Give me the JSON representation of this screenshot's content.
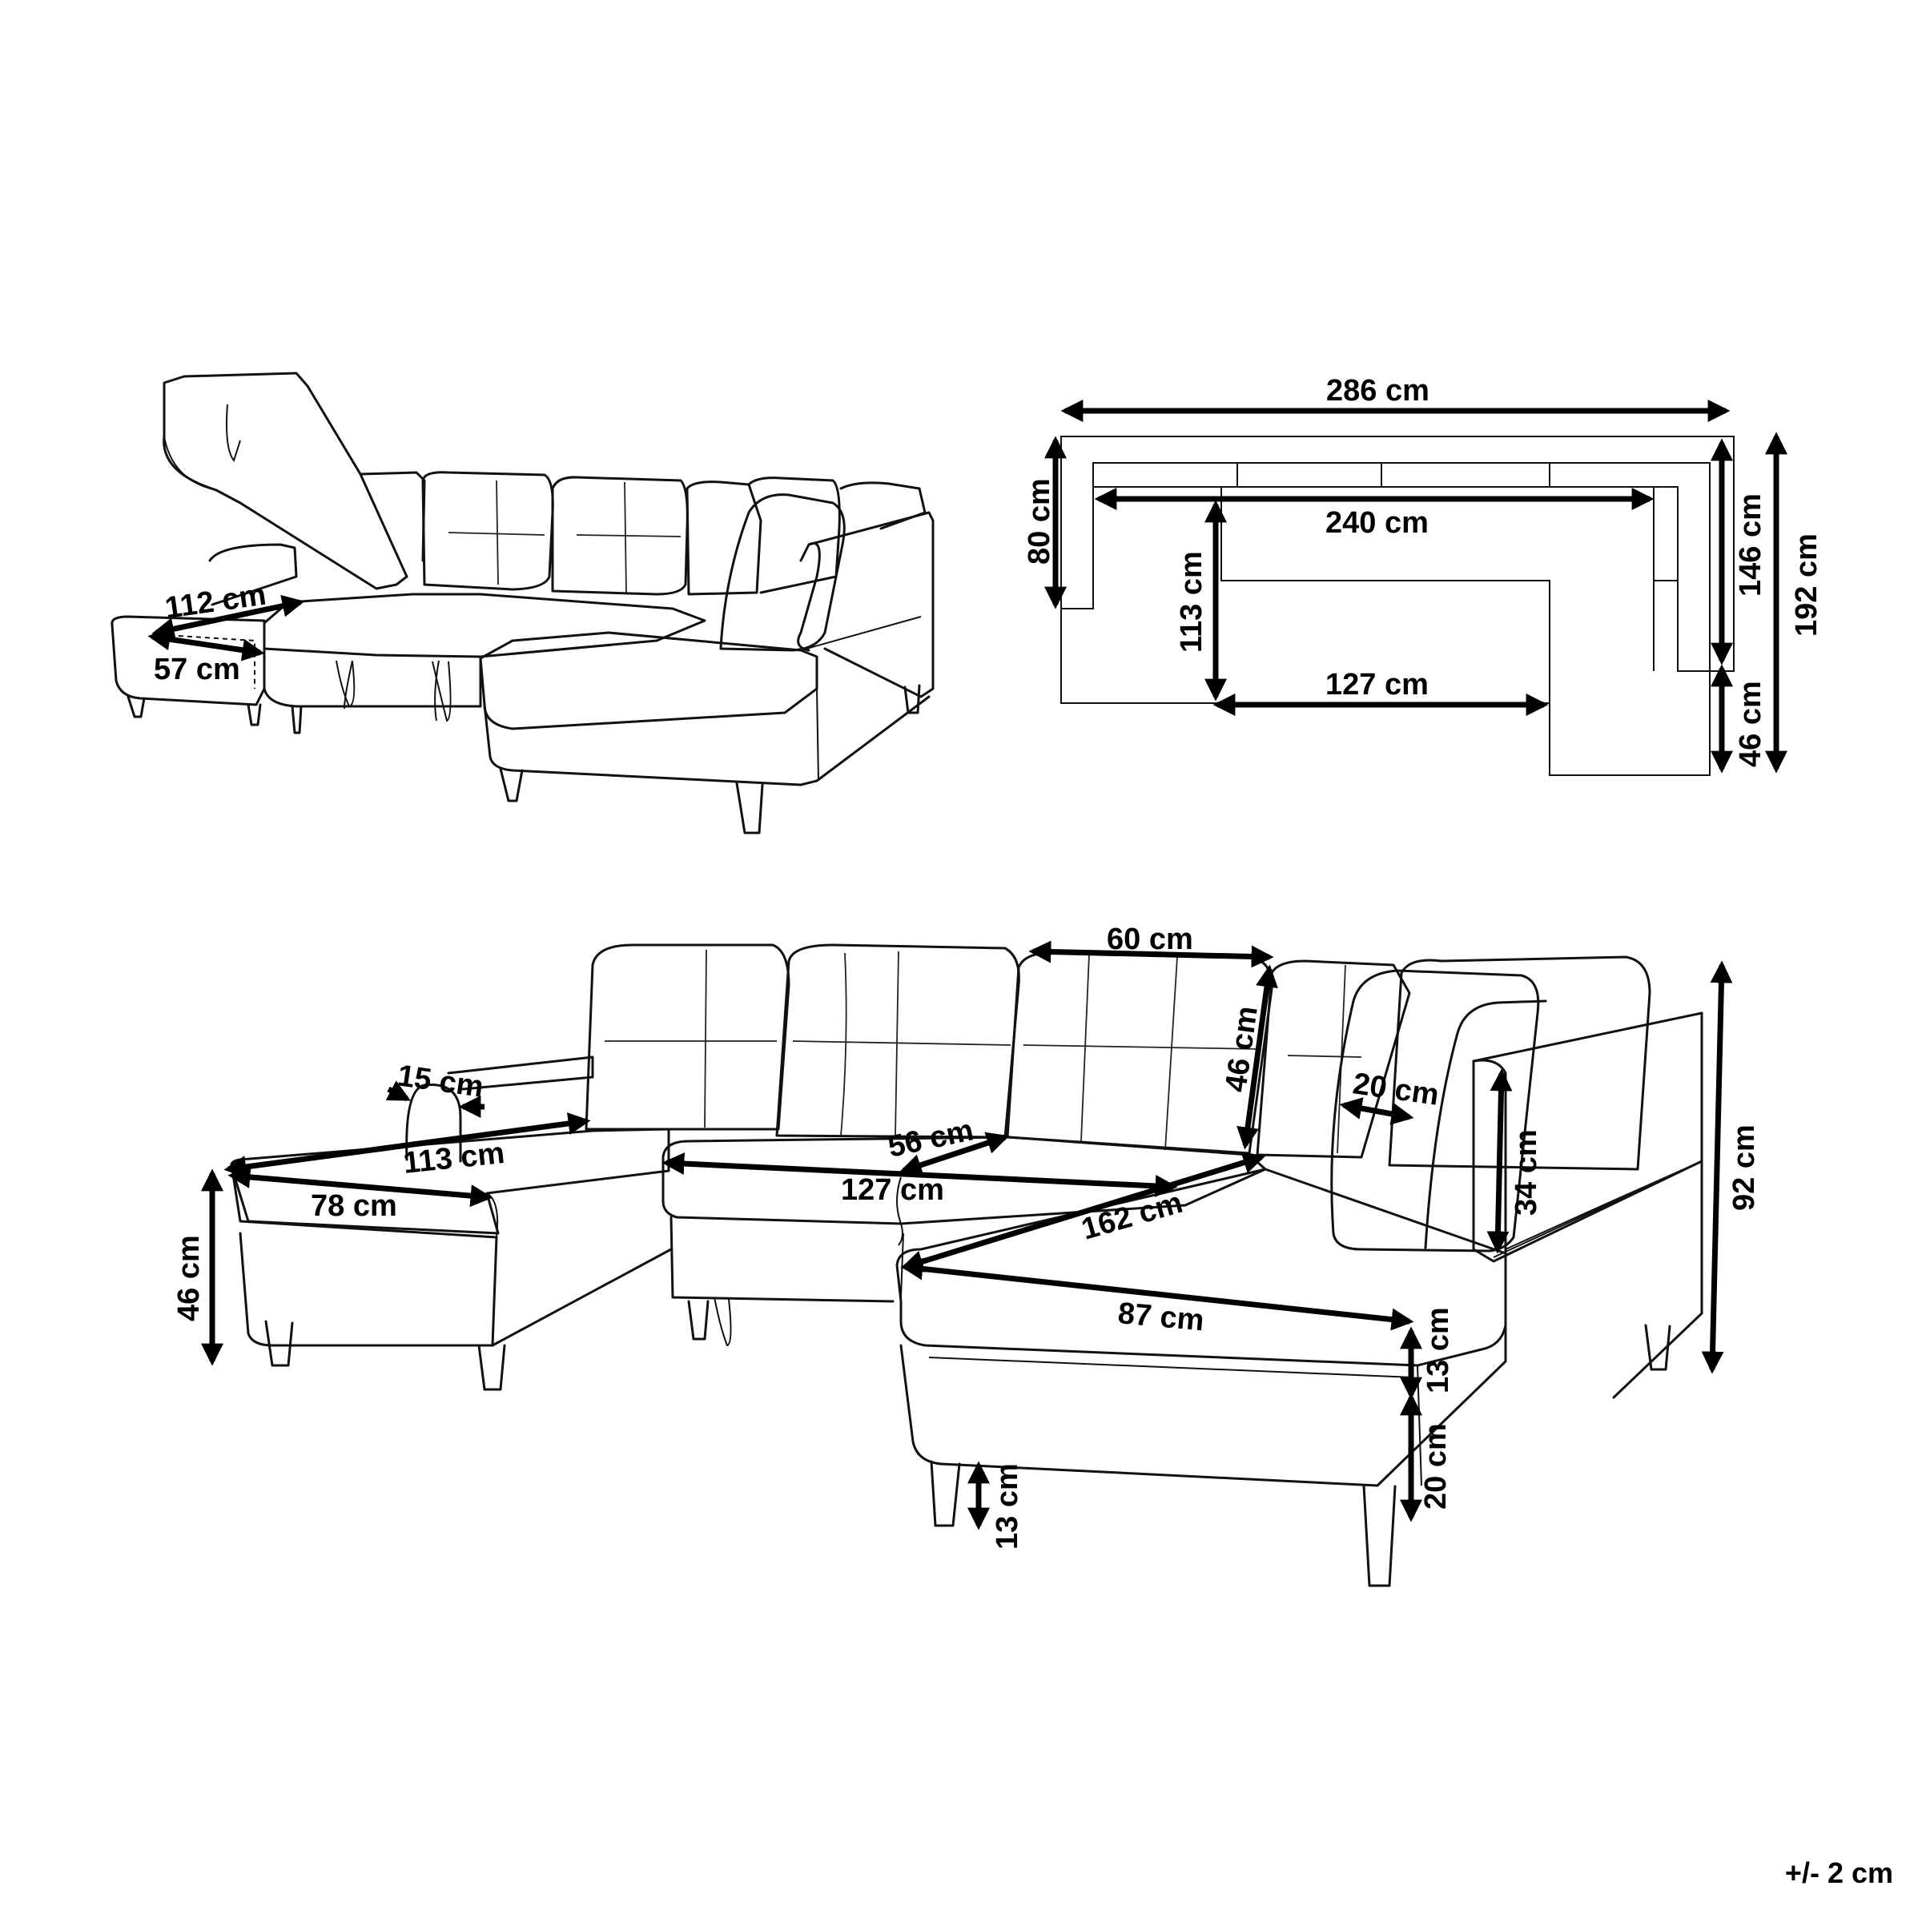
{
  "diagrams": {
    "perspective_open": {
      "labels": {
        "depth_open": "112 cm",
        "depth_closed": "57 cm"
      }
    },
    "plan": {
      "labels": {
        "total_width": "286 cm",
        "inner_width": "240 cm",
        "chaise_width": "127 cm",
        "seat_depth": "113 cm",
        "back_left_depth": "80 cm",
        "right_depth_upper": "146 cm",
        "right_depth_lower": "46 cm",
        "total_depth": "192 cm"
      }
    },
    "front": {
      "labels": {
        "cushion_width": "60 cm",
        "cushion_height": "46 cm",
        "arm_thickness": "15 cm",
        "left_length": "113 cm",
        "left_width": "78 cm",
        "seat_height": "46 cm",
        "seat_depth": "56 cm",
        "middle_width": "127 cm",
        "right_length": "162 cm",
        "pillow_depth": "20 cm",
        "arm_height": "34 cm",
        "total_height": "92 cm",
        "chaise_width": "87 cm",
        "cushion_thickness": "13 cm",
        "base_height": "20 cm",
        "leg_height": "13 cm"
      }
    }
  },
  "tolerance": "+/- 2 cm"
}
